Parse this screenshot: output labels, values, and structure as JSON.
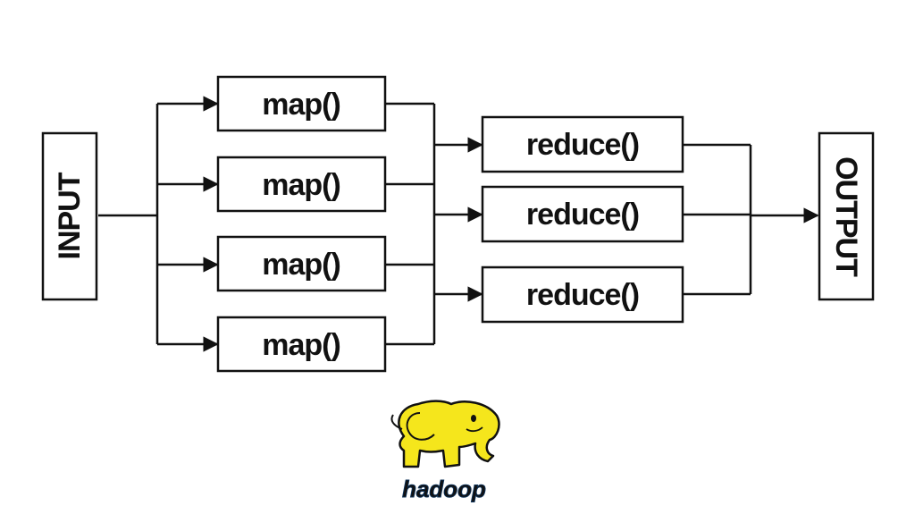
{
  "diagram": {
    "input_label": "INPUT",
    "output_label": "OUTPUT",
    "map_nodes": [
      {
        "label": "map()"
      },
      {
        "label": "map()"
      },
      {
        "label": "map()"
      },
      {
        "label": "map()"
      }
    ],
    "reduce_nodes": [
      {
        "label": "reduce()"
      },
      {
        "label": "reduce()"
      },
      {
        "label": "reduce()"
      }
    ]
  },
  "logo": {
    "name": "hadoop-elephant-logo",
    "wordmark": "hadoop",
    "colors": {
      "elephant": "#f5e61c",
      "wordmark": "#1f7fc4",
      "outline": "#111111"
    }
  }
}
